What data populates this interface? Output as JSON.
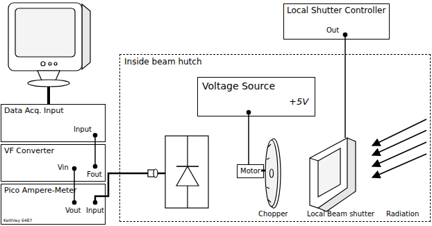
{
  "diagram": {
    "nodes": [
      {
        "text": [
          "Inside beam hutch"
        ]
      },
      {
        "text": [
          "Local Shutter Controller"
        ]
      },
      {
        "text": [
          "Data Acq. Input"
        ]
      },
      {
        "text": [
          "VF Converter"
        ]
      },
      {
        "text": [
          "Pico Ampere-Meter",
          "Keithley 6487"
        ]
      },
      {
        "text": [
          "Voltage Source"
        ],
        "in": 0
      },
      {
        "text": [
          "Motor"
        ],
        "in": 0
      }
    ],
    "edges": [
      {
        "from": 3,
        "to": 2,
        "arrow": "none"
      },
      {
        "from": 4,
        "to": 3,
        "arrow": "none"
      },
      {
        "from": 5,
        "to": 6,
        "arrow": "none"
      }
    ],
    "labels": [
      "Out",
      "Input",
      "Vin",
      "Fout",
      "Vout",
      "Input",
      "+5V",
      "Chopper",
      "Local Beam shutter",
      "Radiation"
    ]
  }
}
